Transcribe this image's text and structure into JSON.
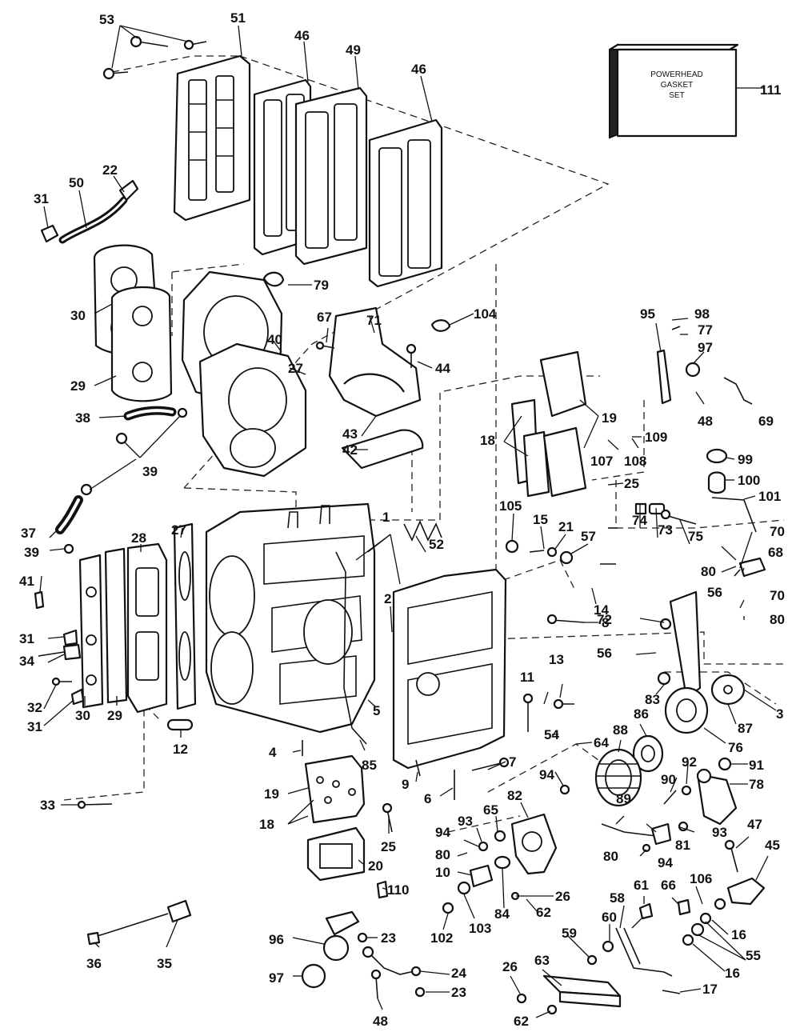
{
  "diagram": {
    "gasket_box": {
      "line1": "POWERHEAD",
      "line2": "GASKET",
      "line3": "SET",
      "callout": "111"
    },
    "callouts": [
      "53",
      "51",
      "46",
      "49",
      "46",
      "22",
      "50",
      "31",
      "30",
      "79",
      "29",
      "40",
      "27",
      "71",
      "67",
      "104",
      "44",
      "38",
      "39",
      "43",
      "42",
      "95",
      "98",
      "77",
      "97",
      "48",
      "69",
      "19",
      "18",
      "107",
      "108",
      "109",
      "25",
      "99",
      "100",
      "101",
      "105",
      "15",
      "21",
      "57",
      "74",
      "73",
      "75",
      "70",
      "68",
      "56",
      "80",
      "70",
      "80",
      "37",
      "39",
      "28",
      "27",
      "1",
      "52",
      "2",
      "14",
      "8",
      "72",
      "56",
      "41",
      "31",
      "34",
      "32",
      "31",
      "30",
      "29",
      "12",
      "13",
      "11",
      "83",
      "3",
      "87",
      "76",
      "86",
      "88",
      "5",
      "85",
      "4",
      "54",
      "64",
      "7",
      "9",
      "6",
      "92",
      "91",
      "90",
      "78",
      "94",
      "65",
      "82",
      "33",
      "19",
      "18",
      "25",
      "93",
      "94",
      "80",
      "89",
      "81",
      "93",
      "47",
      "20",
      "10",
      "84",
      "45",
      "106",
      "66",
      "61",
      "58",
      "80",
      "94",
      "110",
      "26",
      "62",
      "103",
      "102",
      "96",
      "23",
      "60",
      "59",
      "16",
      "55",
      "97",
      "36",
      "35",
      "24",
      "23",
      "26",
      "63",
      "16",
      "17",
      "48",
      "62"
    ]
  }
}
